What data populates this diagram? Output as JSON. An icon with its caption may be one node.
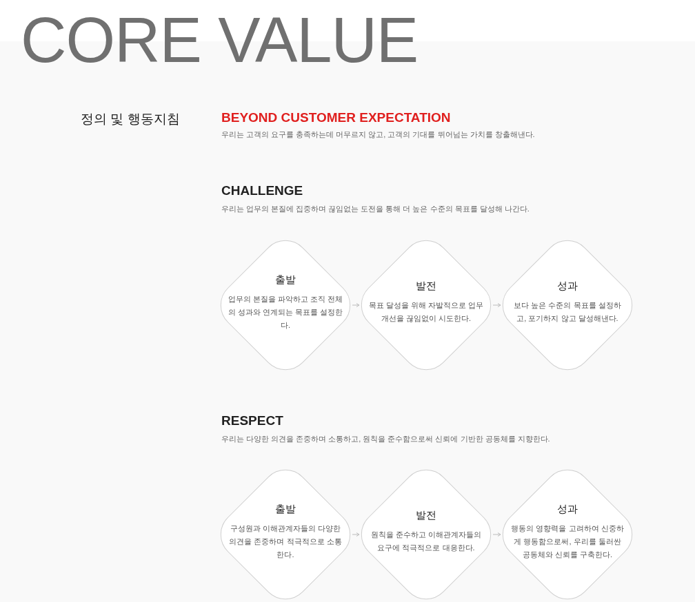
{
  "diagram": {
    "title": "CORE VALUE",
    "nodes": [
      {
        "text": [
          "출발",
          "업무의 본질을 파악하고 조직 전체의 성과와 연계되는 목표를 설정한다."
        ]
      },
      {
        "text": [
          "발전",
          "목표 달성을 위해 자발적으로 업무 개선을 끊임없이 시도한다."
        ]
      },
      {
        "text": [
          "성과",
          "보다 높은 수준의 목표를 설정하고, 포기하지 않고 달성해낸다."
        ]
      },
      {
        "text": [
          "출발",
          "구성원과 이해관계자들의 다양한 의견을 존중하며 적극적으로 소통한다."
        ]
      },
      {
        "text": [
          "발전",
          "원칙을 준수하고 이해관계자들의 요구에 적극적으로 대응한다."
        ]
      },
      {
        "text": [
          "성과",
          "행동의 영향력을 고려하여 신중하게 행동함으로써, 우리를 둘러싼 공동체와 신뢰를 구축한다."
        ]
      }
    ],
    "edges": [
      {
        "from": 0,
        "to": 1,
        "arrow": "to"
      },
      {
        "from": 1,
        "to": 2,
        "arrow": "to"
      },
      {
        "from": 3,
        "to": 4,
        "arrow": "to"
      },
      {
        "from": 4,
        "to": 5,
        "arrow": "to"
      }
    ],
    "labels": [
      "정의 및 행동지침",
      "BEYOND CUSTOMER EXPECTATION",
      "우리는 고객의 요구를 충족하는데 머무르지 않고, 고객의 기대를 뛰어넘는 가치를 창출해낸다.",
      "CHALLENGE",
      "우리는 업무의 본질에 집중하며 끊임없는 도전을 통해 더 높은 수준의 목표를 달성해 나간다.",
      "RESPECT",
      "우리는 다양한 의견을 존중하며 소통하고, 원칙을 준수함으로써 신뢰에 기반한 공동체를 지향한다."
    ]
  }
}
